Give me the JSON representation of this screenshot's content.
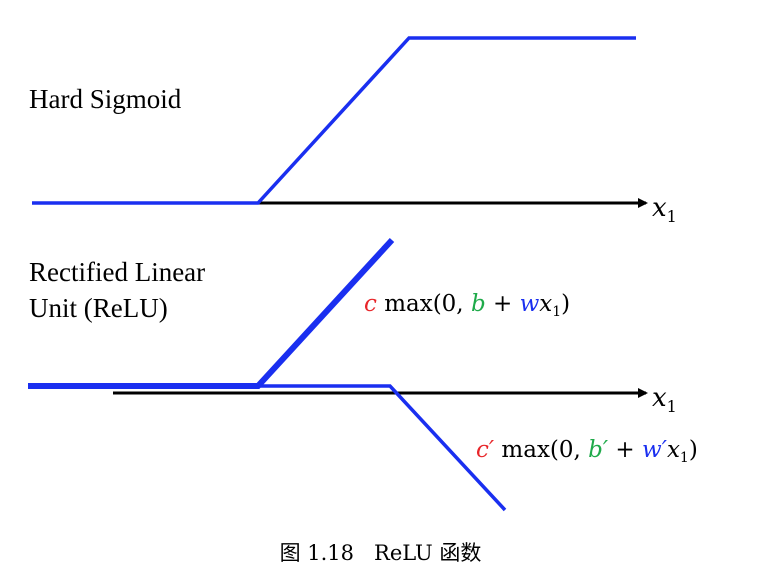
{
  "top_panel": {
    "label": "Hard Sigmoid",
    "axis_var": "x",
    "axis_sub": "1"
  },
  "bottom_panel": {
    "label_line1": "Rectified Linear",
    "label_line2": "Unit (ReLU)",
    "axis_var": "x",
    "axis_sub": "1",
    "formula1": {
      "c": "c",
      "max": " max(0, ",
      "b": "b",
      "plus": " + ",
      "w": "w",
      "x": "x",
      "sub": "1",
      "close": ")"
    },
    "formula2": {
      "c": "c′",
      "max": " max(0, ",
      "b": "b′",
      "plus": " + ",
      "w": "w′",
      "x": "x",
      "sub": "1",
      "close": ")"
    }
  },
  "caption": "图 1.18   ReLU 函数",
  "colors": {
    "line": "#1a2ff0",
    "axis": "#000000",
    "c_red": "#e8262a",
    "b_green": "#1faa4a",
    "w_blue": "#1a2ff0"
  }
}
